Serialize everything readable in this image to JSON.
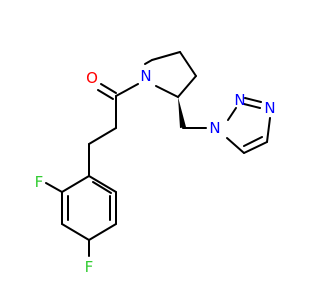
{
  "colors": {
    "background": "#ffffff",
    "bond": "#000000",
    "oxygen": "#ff0000",
    "nitrogen": "#0000ff",
    "fluorine": "#33cc33"
  },
  "atoms": {
    "oxygen": "O",
    "pyrrolidine_nitrogen": "N",
    "triazole_n1": "N",
    "triazole_n2": "N",
    "triazole_n3": "N",
    "fluorine_ortho": "F",
    "fluorine_para": "F"
  }
}
